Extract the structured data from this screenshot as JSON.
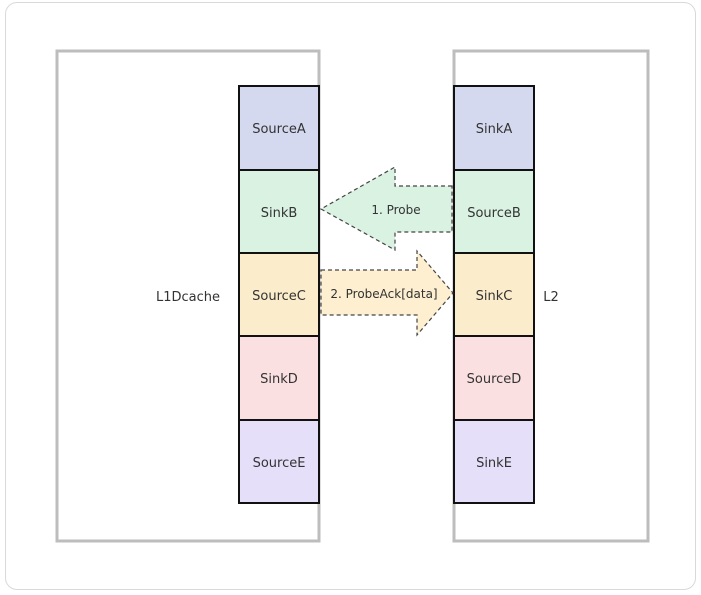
{
  "diagram": {
    "left_container": {
      "label": "L1Dcache",
      "slots": [
        {
          "label": "SourceA",
          "color": "#d4d9ef"
        },
        {
          "label": "SinkB",
          "color": "#daf2e2"
        },
        {
          "label": "SourceC",
          "color": "#fbedcb"
        },
        {
          "label": "SinkD",
          "color": "#fbe0e1"
        },
        {
          "label": "SourceE",
          "color": "#e6dff9"
        }
      ]
    },
    "right_container": {
      "label": "L2",
      "slots": [
        {
          "label": "SinkA",
          "color": "#d4d9ef"
        },
        {
          "label": "SourceB",
          "color": "#daf2e2"
        },
        {
          "label": "SinkC",
          "color": "#fbedcb"
        },
        {
          "label": "SourceD",
          "color": "#fbe0e1"
        },
        {
          "label": "SinkE",
          "color": "#e6dff9"
        }
      ]
    },
    "arrows": [
      {
        "label": "1. Probe",
        "direction": "left",
        "color": "#daf2e2"
      },
      {
        "label": "2. ProbeAck[data]",
        "direction": "right",
        "color": "#fdefcf"
      }
    ],
    "colors": {
      "container_border": "#bdbdbd",
      "slot_border": "#111111",
      "arrow_border": "#444444"
    }
  }
}
